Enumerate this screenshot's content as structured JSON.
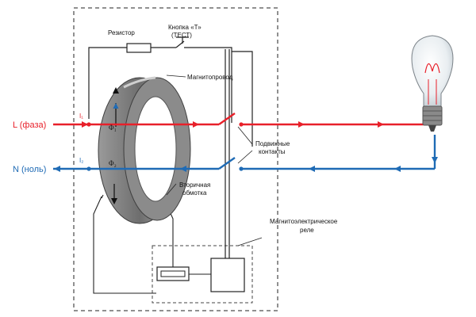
{
  "labels": {
    "resistor": "Резистор",
    "button_line1": "Кнопка «Т»",
    "button_line2": "(ТЕСТ)",
    "core": "Магнитопровод",
    "phase": "L (фаза)",
    "neutral": "N (ноль)",
    "i1": "I₁",
    "i2": "I₂",
    "phi1": "Φ₁",
    "phi2": "Φ₂",
    "contacts_line1": "Подвижные",
    "contacts_line2": "контакты",
    "winding_line1": "Вторичная",
    "winding_line2": "обмотка",
    "relay_line1": "Магнитоэлектрическое",
    "relay_line2": "реле"
  },
  "colors": {
    "phase": "#e8202a",
    "neutral": "#1f6bb5",
    "wire": "#222222",
    "core_dark": "#5a5a5a",
    "core_light": "#a9a9a9"
  }
}
